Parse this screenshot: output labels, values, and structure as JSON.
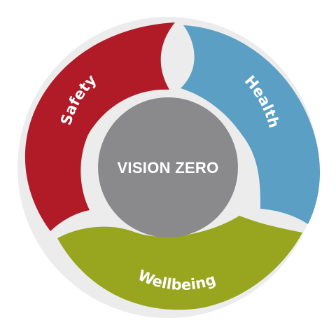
{
  "center": {
    "label": "VISION ZERO",
    "color": "#8a8a8c"
  },
  "segments": [
    {
      "id": "safety",
      "label": "Safety",
      "color": "#b01b27"
    },
    {
      "id": "health",
      "label": "Health",
      "color": "#5b9fc4"
    },
    {
      "id": "wellbeing",
      "label": "Wellbeing",
      "color": "#97a51f"
    }
  ],
  "ring_shadow": "#ececec"
}
